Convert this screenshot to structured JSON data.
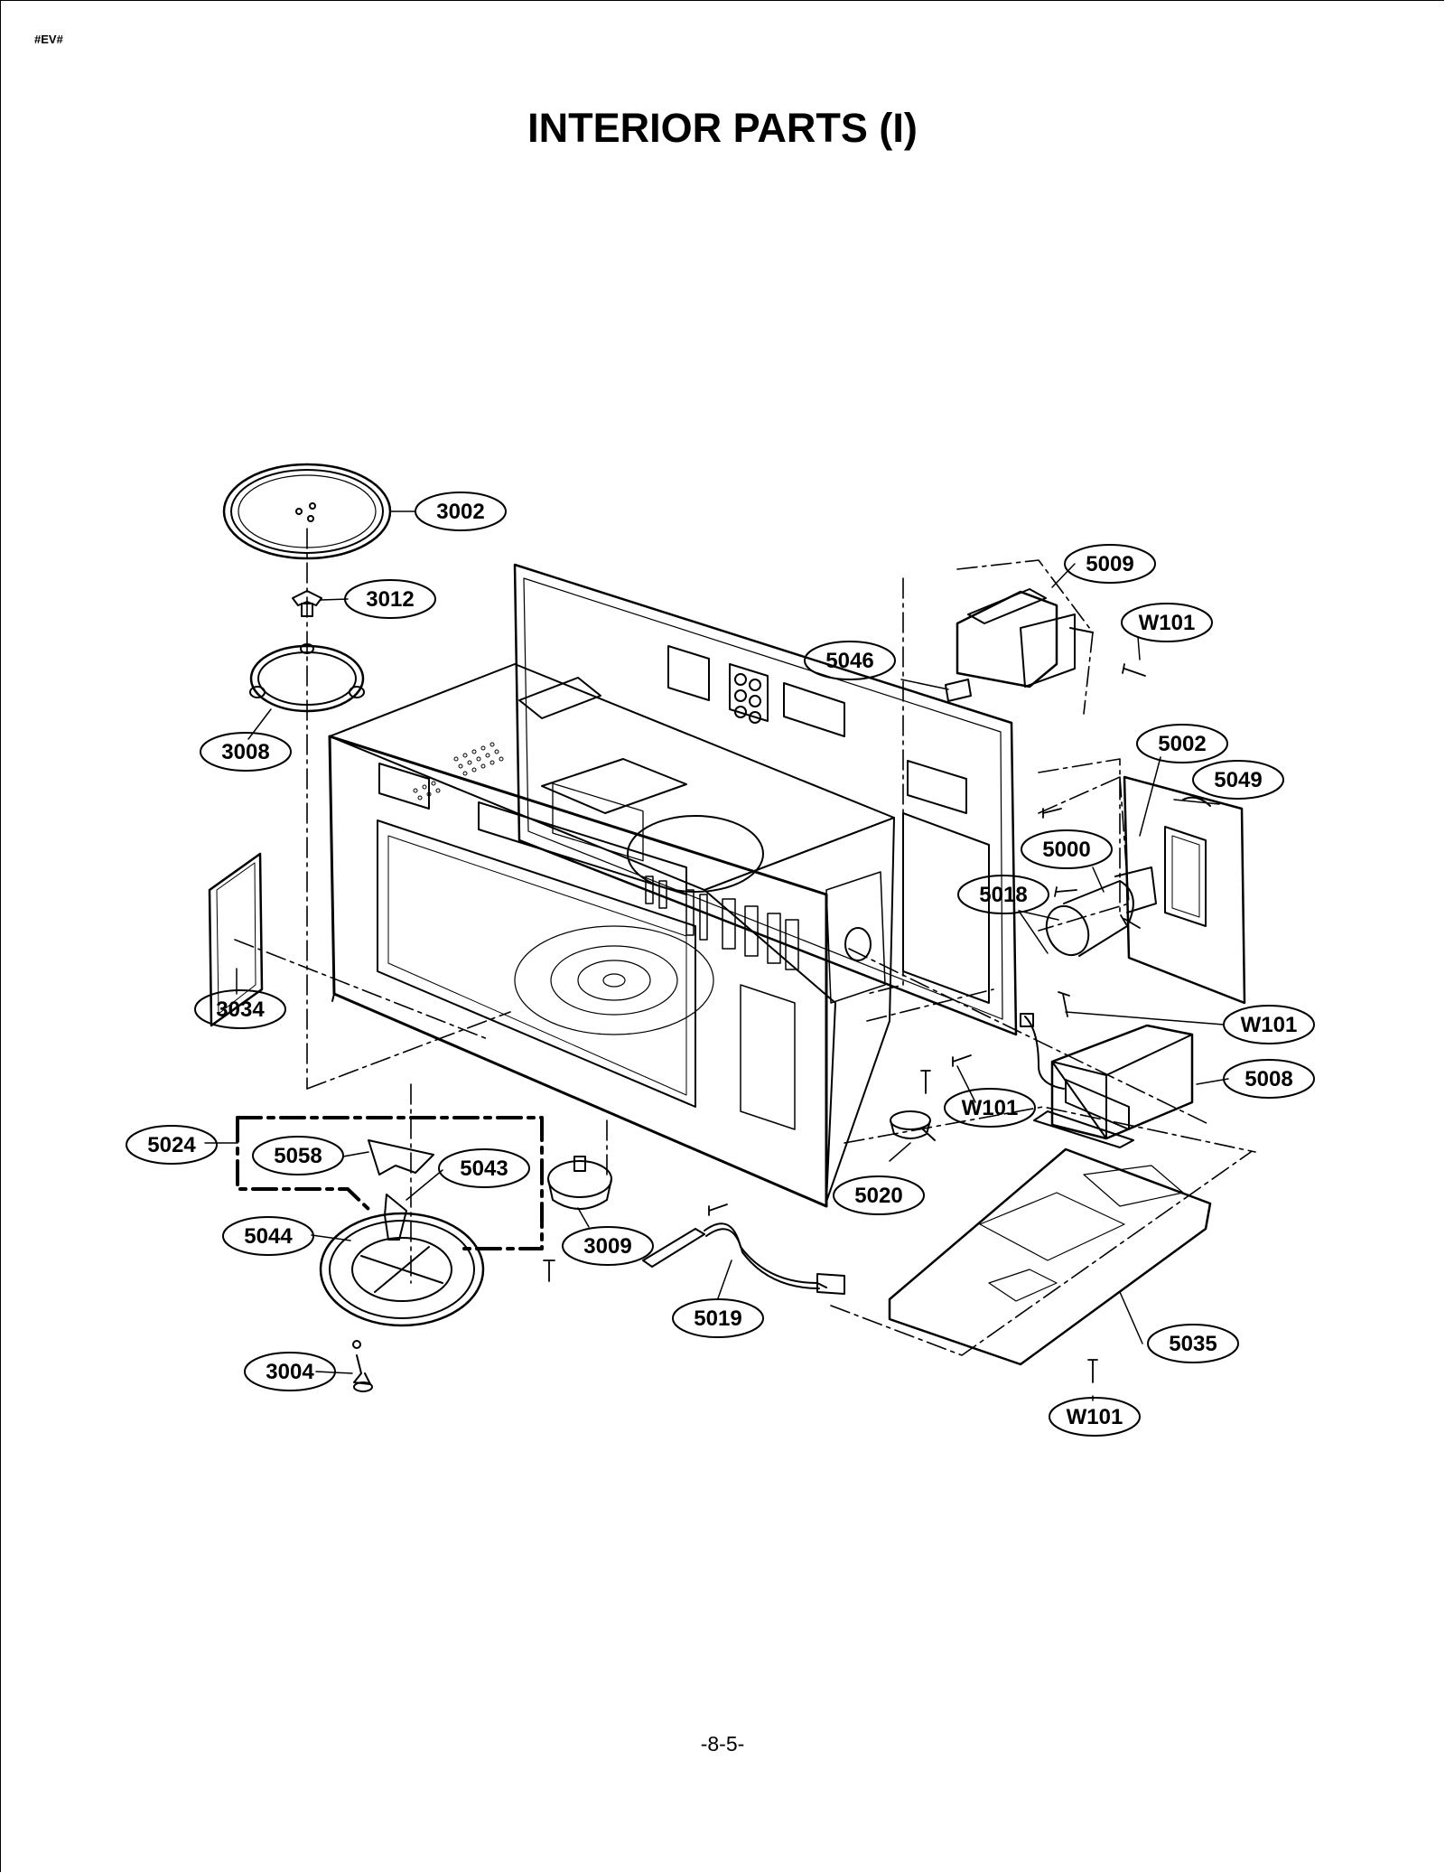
{
  "page": {
    "doc_code": "#EV#",
    "title": "INTERIOR PARTS (I)",
    "page_number": "-8-5-"
  },
  "callouts": [
    {
      "id": "c3002",
      "label": "3002"
    },
    {
      "id": "c3012",
      "label": "3012"
    },
    {
      "id": "c3008",
      "label": "3008"
    },
    {
      "id": "c3034",
      "label": "3034"
    },
    {
      "id": "c5024",
      "label": "5024"
    },
    {
      "id": "c5058",
      "label": "5058"
    },
    {
      "id": "c5043",
      "label": "5043"
    },
    {
      "id": "c5044",
      "label": "5044"
    },
    {
      "id": "c3009",
      "label": "3009"
    },
    {
      "id": "c3004",
      "label": "3004"
    },
    {
      "id": "c5019",
      "label": "5019"
    },
    {
      "id": "c5020",
      "label": "5020"
    },
    {
      "id": "c5009",
      "label": "5009"
    },
    {
      "id": "cW101a",
      "label": "W101"
    },
    {
      "id": "c5046",
      "label": "5046"
    },
    {
      "id": "c5002",
      "label": "5002"
    },
    {
      "id": "c5049",
      "label": "5049"
    },
    {
      "id": "c5000",
      "label": "5000"
    },
    {
      "id": "c5018",
      "label": "5018"
    },
    {
      "id": "cW101b",
      "label": "W101"
    },
    {
      "id": "c5008",
      "label": "5008"
    },
    {
      "id": "cW101c",
      "label": "W101"
    },
    {
      "id": "c5035",
      "label": "5035"
    },
    {
      "id": "cW101d",
      "label": "W101"
    }
  ]
}
